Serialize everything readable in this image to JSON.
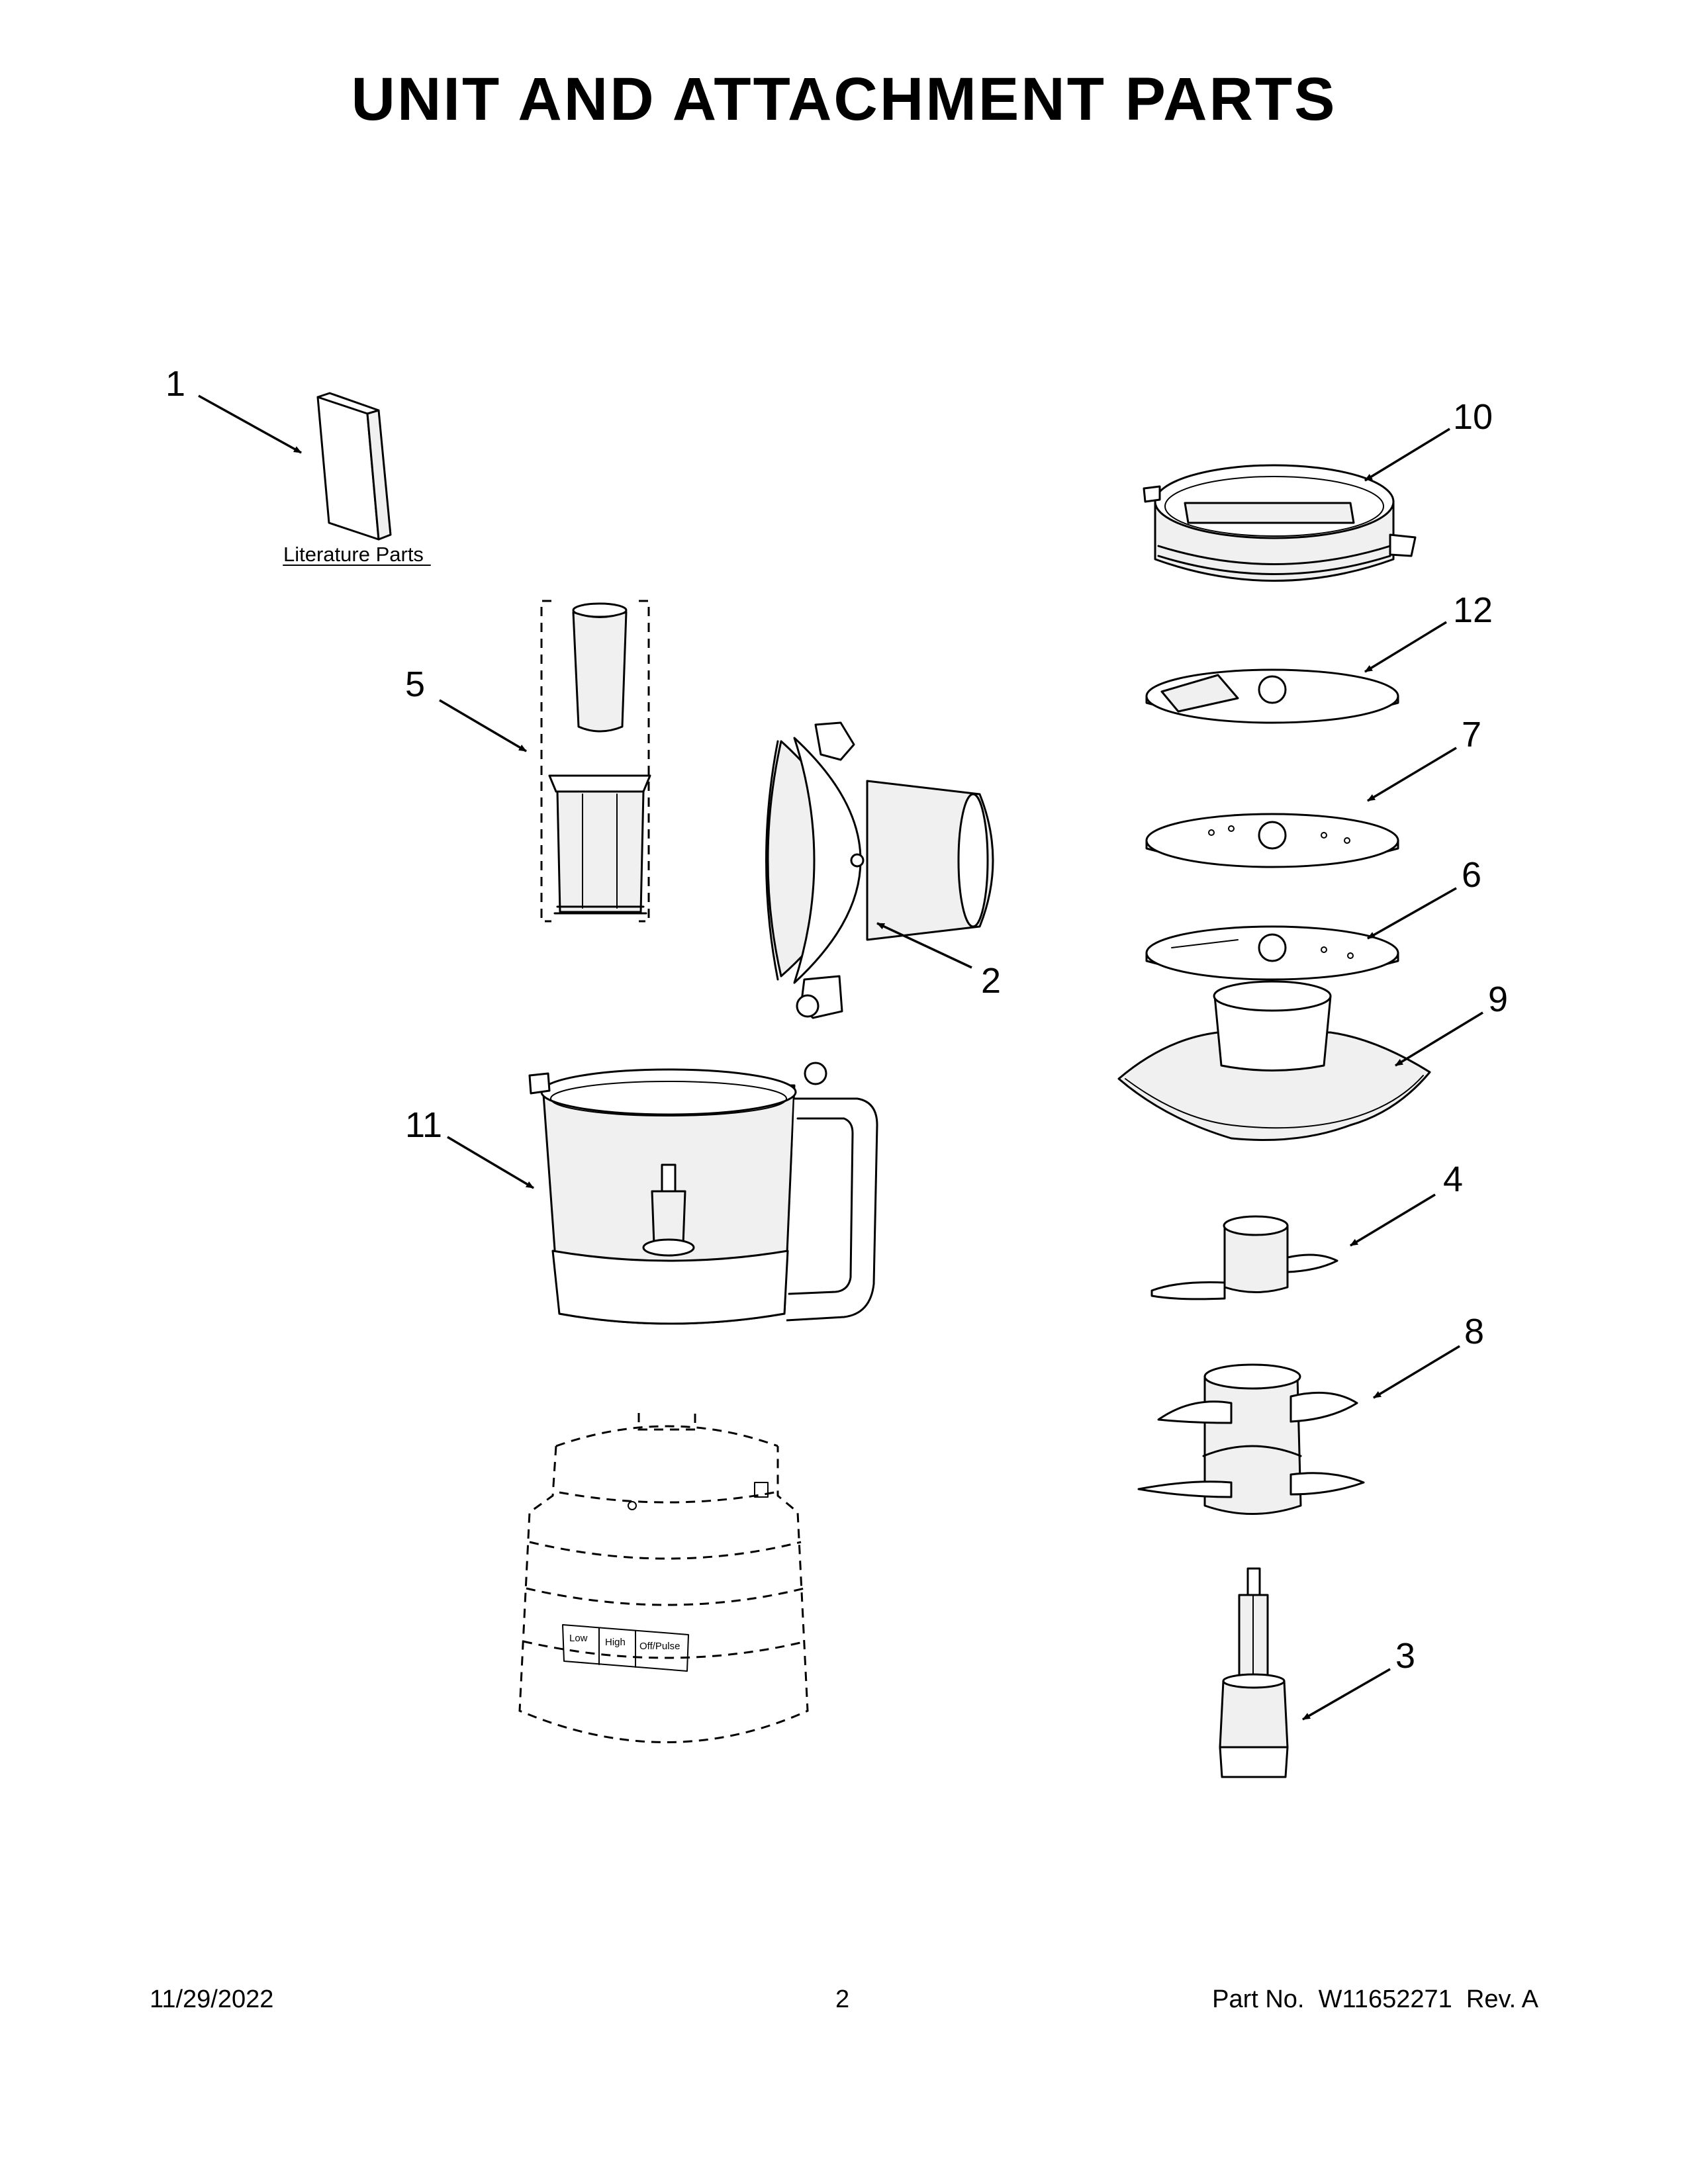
{
  "title": "UNIT AND ATTACHMENT PARTS",
  "callouts": {
    "c1": "1",
    "c2": "2",
    "c3": "3",
    "c4": "4",
    "c5": "5",
    "c6": "6",
    "c7": "7",
    "c8": "8",
    "c9": "9",
    "c10": "10",
    "c11": "11",
    "c12": "12"
  },
  "literature_label": "Literature Parts",
  "base_controls": {
    "low": "Low",
    "high": "High",
    "off_pulse": "Off/Pulse"
  },
  "footer": {
    "date": "11/29/2022",
    "page": "2",
    "part_label": "Part No.",
    "part_number": "W11652271",
    "revision": "Rev. A"
  }
}
